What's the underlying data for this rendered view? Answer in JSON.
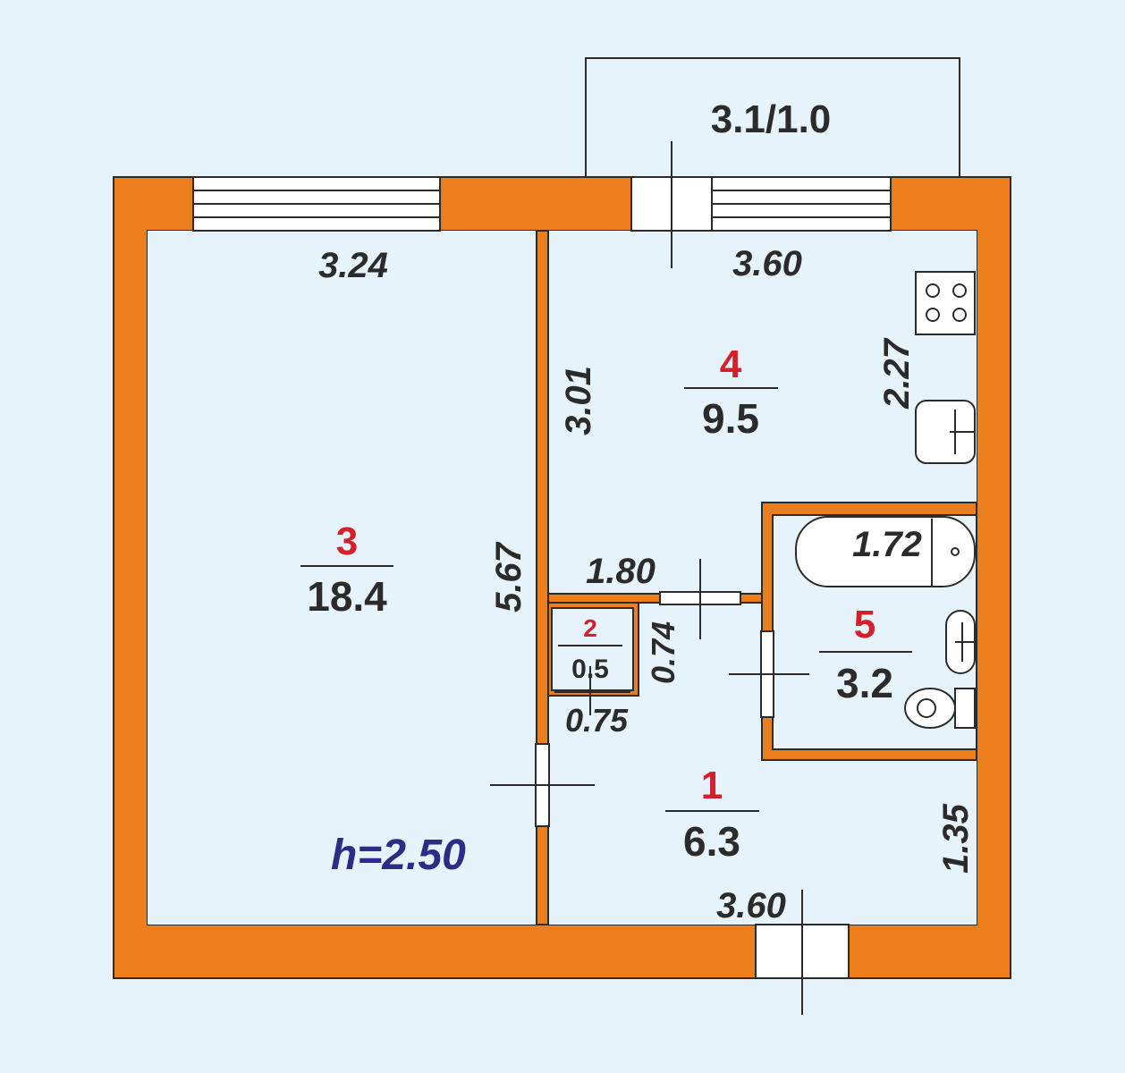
{
  "balcony": {
    "label": "3.1/1.0"
  },
  "ceiling_height": {
    "prefix": "h",
    "value": "=2.50"
  },
  "rooms": {
    "r1": {
      "number": "1",
      "area": "6.3"
    },
    "r2": {
      "number": "2",
      "area": "0.5"
    },
    "r3": {
      "number": "3",
      "area": "18.4"
    },
    "r4": {
      "number": "4",
      "area": "9.5"
    },
    "r5": {
      "number": "5",
      "area": "3.2"
    }
  },
  "dimensions": {
    "room3_width": "3.24",
    "room3_length": "5.67",
    "room4_width": "3.60",
    "room4_left": "3.01",
    "room4_right": "2.27",
    "room4_bottom": "1.80",
    "bath_tub": "1.72",
    "room2_width": "0.75",
    "hall_left": "0.74",
    "room1_width": "3.60",
    "room1_right": "1.35"
  },
  "colors": {
    "wall": "#ec7e1c",
    "room_fill": "#e6f3fb",
    "outline": "#2b2b2b",
    "room_number": "#d4202a",
    "height_text": "#2e2b86"
  }
}
